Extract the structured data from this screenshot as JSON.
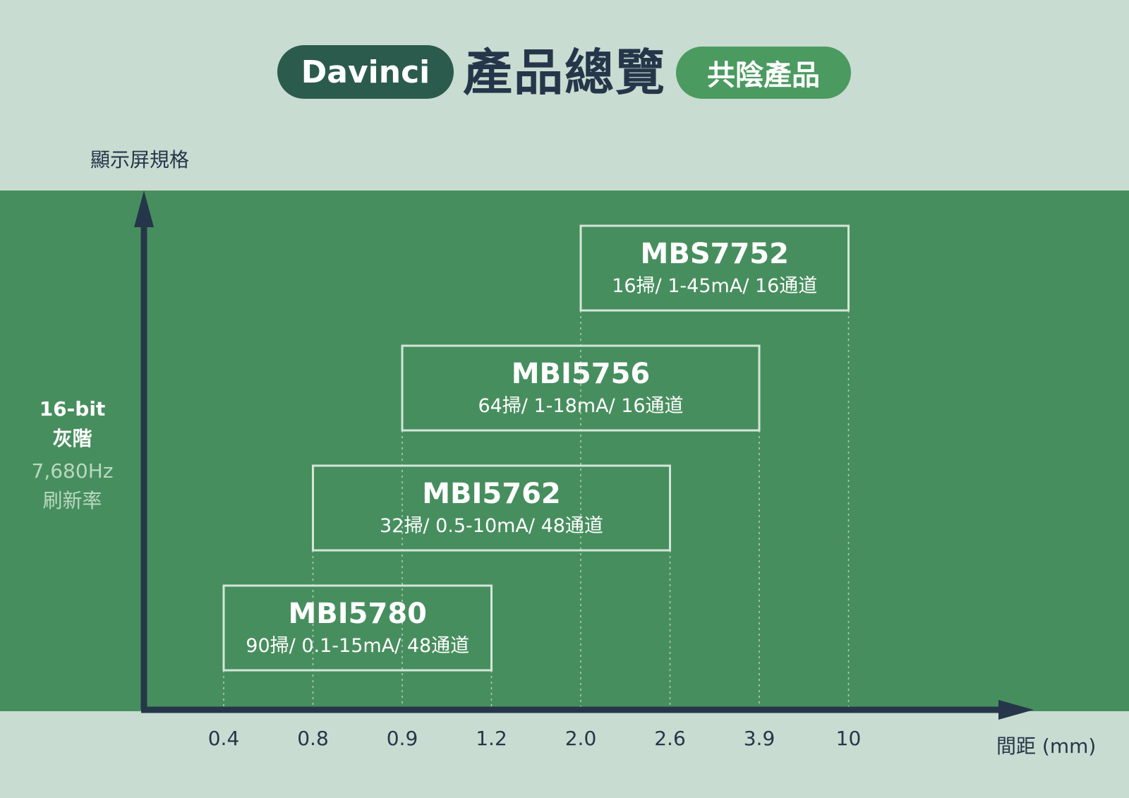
{
  "header": {
    "brand": "Davinci",
    "title": "產品總覽",
    "tag": "共陰產品"
  },
  "colors": {
    "background": "#c9dcd1",
    "band": "#478e5e",
    "brand_pill": "#2b5b4c",
    "tag_pill": "#4b9a60",
    "axis": "#26364a",
    "box_border": "#d3e6d8",
    "text": "#ffffff"
  },
  "y_axis": {
    "title": "顯示屏規格",
    "spec_line1": "16-bit",
    "spec_line2": "灰階",
    "spec_line3": "7,680Hz",
    "spec_line4": "刷新率"
  },
  "chart_data": {
    "type": "range-bar",
    "title": "產品總覽",
    "ylabel": "顯示屏規格",
    "xlabel": "間距 (mm)",
    "x_ticks": [
      "0.4",
      "0.8",
      "0.9",
      "1.2",
      "2.0",
      "2.6",
      "3.9",
      "10"
    ],
    "products": [
      {
        "name": "MBS7752",
        "spec": "16掃/ 1-45mA/ 16通道",
        "pitch_min": "2.0",
        "pitch_max": "10"
      },
      {
        "name": "MBI5756",
        "spec": "64掃/ 1-18mA/ 16通道",
        "pitch_min": "0.9",
        "pitch_max": "3.9"
      },
      {
        "name": "MBI5762",
        "spec": "32掃/ 0.5-10mA/ 48通道",
        "pitch_min": "0.8",
        "pitch_max": "2.6"
      },
      {
        "name": "MBI5780",
        "spec": "90掃/ 0.1-15mA/ 48通道",
        "pitch_min": "0.4",
        "pitch_max": "1.2"
      }
    ]
  }
}
